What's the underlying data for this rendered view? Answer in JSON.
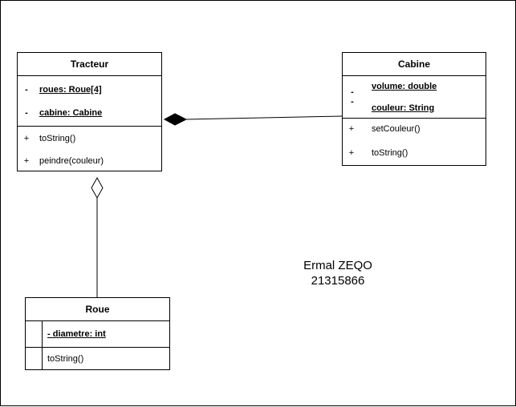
{
  "classes": {
    "tracteur": {
      "name": "Tracteur",
      "attributes": [
        {
          "visibility": "-",
          "text": "roues: Roue[4]"
        },
        {
          "visibility": "-",
          "text": "cabine: Cabine"
        }
      ],
      "operations": [
        {
          "visibility": "+",
          "text": "toString()"
        },
        {
          "visibility": "+",
          "text": "peindre(couleur)"
        }
      ]
    },
    "cabine": {
      "name": "Cabine",
      "attribute_markers": [
        "-",
        "-"
      ],
      "attributes": [
        {
          "text": "volume: double"
        },
        {
          "text": "couleur: String"
        }
      ],
      "operations": [
        {
          "visibility": "+",
          "text": "setCouleur()"
        },
        {
          "visibility": "+",
          "text": "toString()"
        }
      ]
    },
    "roue": {
      "name": "Roue",
      "attributes": [
        {
          "text": "- diametre: int"
        }
      ],
      "operations": [
        {
          "text": "toString()"
        }
      ]
    }
  },
  "relationships": [
    {
      "type": "composition",
      "whole": "Tracteur",
      "part": "Cabine"
    },
    {
      "type": "aggregation",
      "whole": "Tracteur",
      "part": "Roue"
    }
  ],
  "author": {
    "name": "Ermal ZEQO",
    "id": "21315866"
  }
}
